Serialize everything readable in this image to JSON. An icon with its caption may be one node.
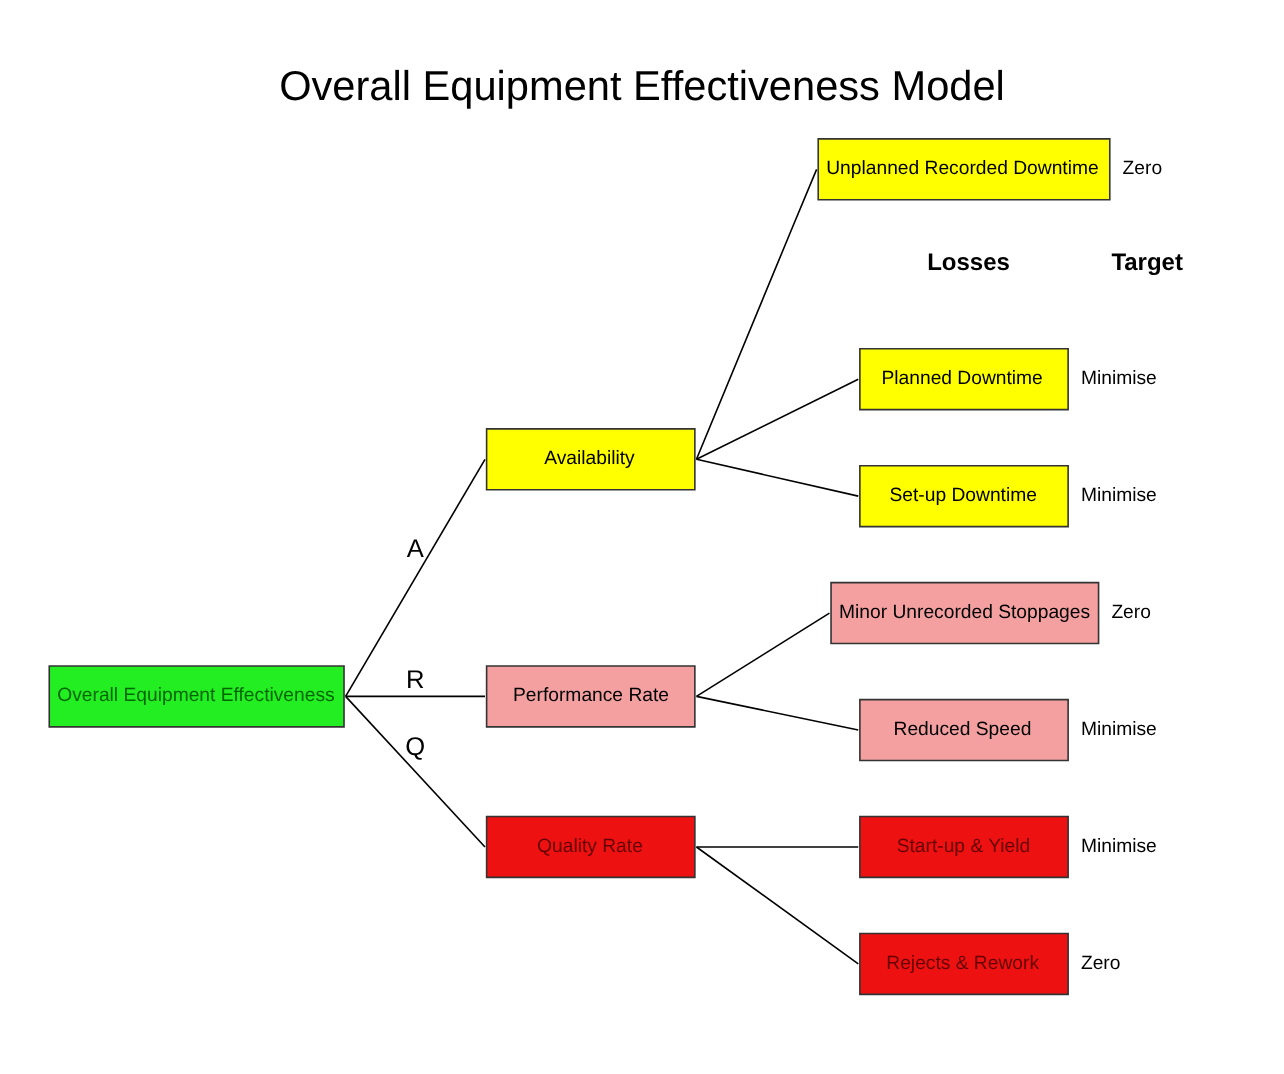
{
  "diagram": {
    "title": "Overall Equipment Effectiveness Model",
    "nodes": [
      {
        "text": [
          "Overall Equipment Effectiveness"
        ]
      },
      {
        "text": [
          "Availability"
        ]
      },
      {
        "text": [
          "Performance Rate"
        ]
      },
      {
        "text": [
          "Quality Rate"
        ]
      },
      {
        "text": [
          "Planned Downtime"
        ],
        "beside": [
          "Minimise"
        ]
      },
      {
        "text": [
          "Set-up Downtime"
        ],
        "beside": [
          "Minimise"
        ]
      },
      {
        "text": [
          "Unplanned Recorded Downtime"
        ],
        "beside": [
          "Zero"
        ]
      },
      {
        "text": [
          "Reduced Speed"
        ],
        "beside": [
          "Minimise"
        ]
      },
      {
        "text": [
          "Minor Unrecorded Stoppages"
        ],
        "beside": [
          "Zero"
        ]
      },
      {
        "text": [
          "Rejects & Rework"
        ],
        "beside": [
          "Zero"
        ]
      },
      {
        "text": [
          "Start-up & Yield"
        ],
        "beside": [
          "Minimise"
        ]
      }
    ],
    "edges": [
      {
        "from": 0,
        "to": 1,
        "arrow": "none",
        "label": "A"
      },
      {
        "from": 0,
        "to": 2,
        "arrow": "none",
        "label": "R"
      },
      {
        "from": 0,
        "to": 3,
        "arrow": "none",
        "label": "Q"
      },
      {
        "from": 1,
        "to": 4,
        "arrow": "none"
      },
      {
        "from": 1,
        "to": 5,
        "arrow": "none"
      },
      {
        "from": 1,
        "to": 6,
        "arrow": "none"
      },
      {
        "from": 2,
        "to": 7,
        "arrow": "none"
      },
      {
        "from": 2,
        "to": 8,
        "arrow": "none"
      },
      {
        "from": 3,
        "to": 9,
        "arrow": "none"
      },
      {
        "from": 3,
        "to": 10,
        "arrow": "none"
      }
    ],
    "labels": [
      "Losses",
      "Target"
    ]
  }
}
